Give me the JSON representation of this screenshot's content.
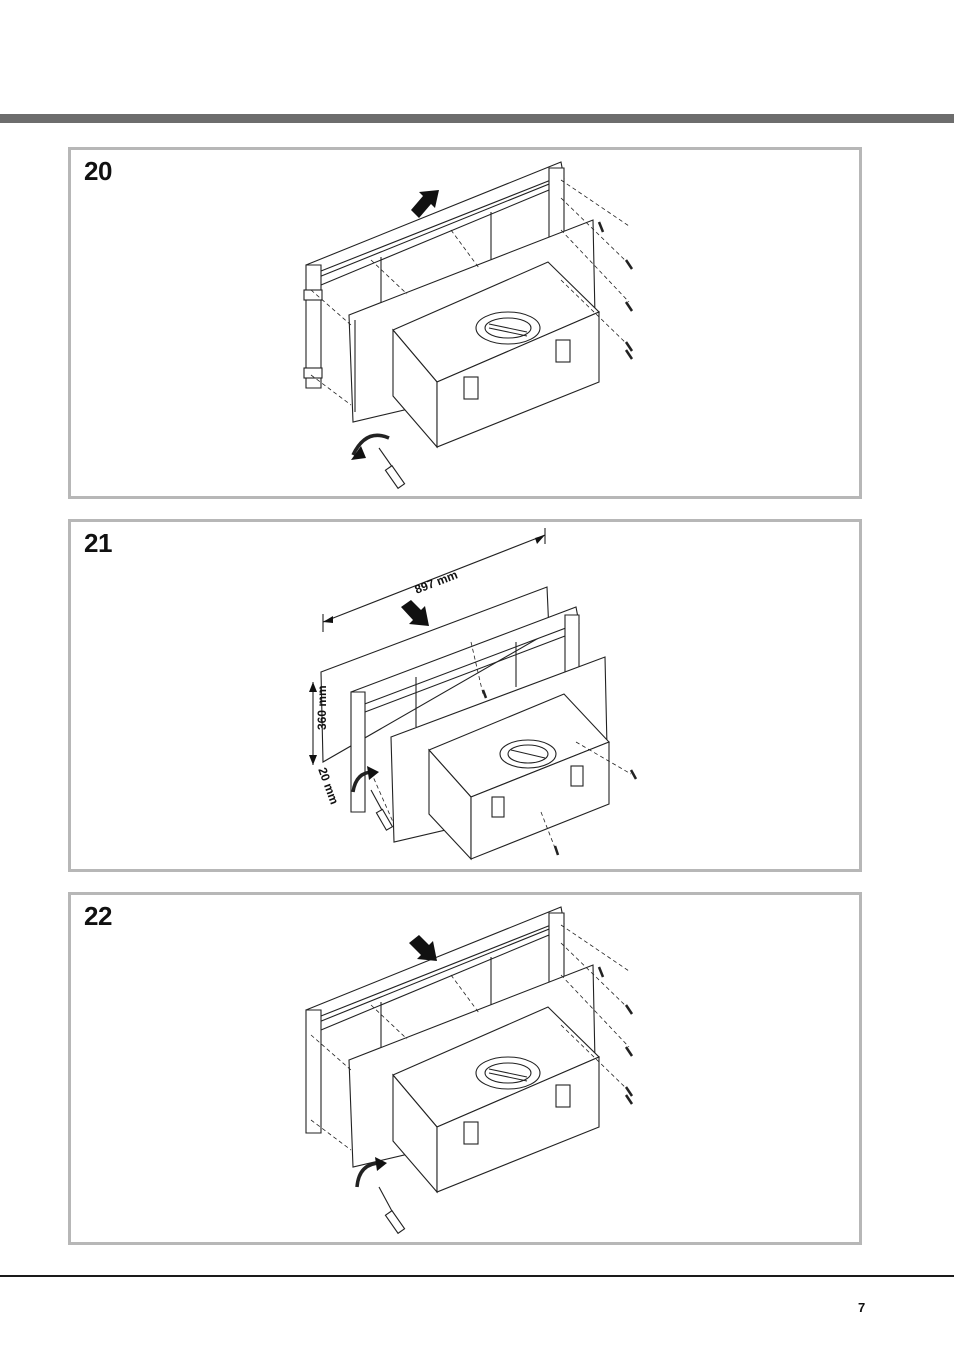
{
  "steps": [
    {
      "number": "20"
    },
    {
      "number": "21",
      "dimensions": {
        "width": "897 mm",
        "height": "360 mm",
        "gap": "20 mm"
      }
    },
    {
      "number": "22"
    }
  ],
  "page": {
    "number": "7"
  }
}
